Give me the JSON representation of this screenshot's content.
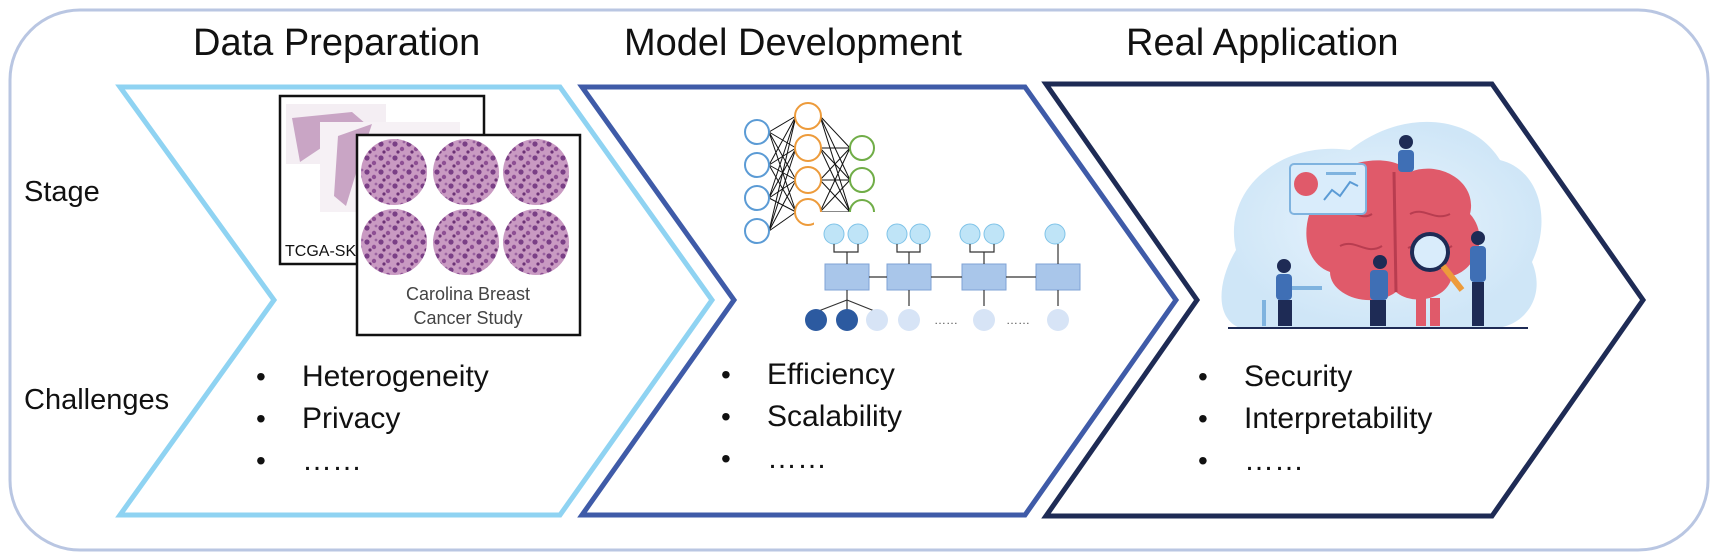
{
  "stages": [
    {
      "title": "Data Preparation",
      "challenges": [
        "Heterogeneity",
        "Privacy",
        "……"
      ]
    },
    {
      "title": "Model Development",
      "challenges": [
        "Efficiency",
        "Scalability",
        "……"
      ]
    },
    {
      "title": "Real Application",
      "challenges": [
        "Security",
        "Interpretability",
        "……"
      ]
    }
  ],
  "row_labels": {
    "stage": "Stage",
    "challenges": "Challenges"
  },
  "data_prep_images": {
    "back_caption": "TCGA-SK",
    "front_caption_line1": "Carolina Breast",
    "front_caption_line2": "Cancer Study"
  },
  "model_diagram": {
    "ellipsis_1": "……",
    "ellipsis_2": "……"
  },
  "colors": {
    "frame": "#b9c6e2",
    "arrow_1": "#8fd3f2",
    "arrow_2": "#3f5ba8",
    "arrow_3": "#1e2b55",
    "tissue": "#b07ca6",
    "nn_blue": "#5b9bd5",
    "nn_orange": "#ed9b3b",
    "nn_green": "#70ad47"
  }
}
